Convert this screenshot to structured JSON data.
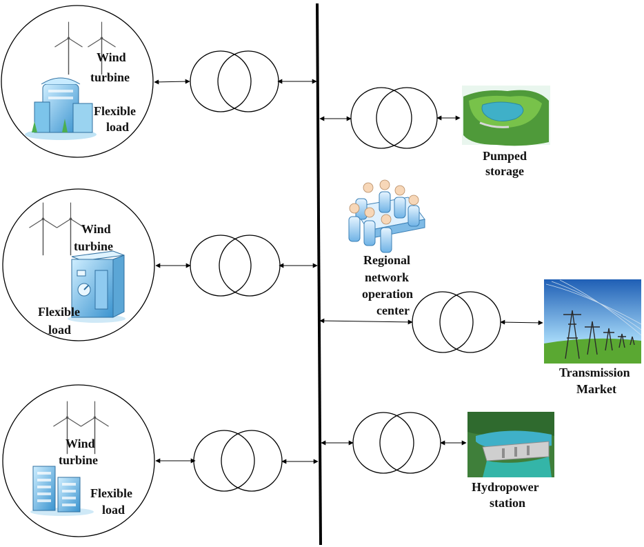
{
  "microgrids": [
    {
      "wind_line1": "Wind",
      "wind_line2": "turbine",
      "load_line1": "Flexible",
      "load_line2": "load",
      "load_icon": "office-building-icon"
    },
    {
      "wind_line1": "Wind",
      "wind_line2": "turbine",
      "load_line1": "Flexible",
      "load_line2": "load",
      "load_icon": "factory-cabinet-icon"
    },
    {
      "wind_line1": "Wind",
      "wind_line2": "turbine",
      "load_line1": "Flexible",
      "load_line2": "load",
      "load_icon": "apartment-blocks-icon"
    }
  ],
  "right_nodes": {
    "pumped_storage": {
      "line1": "Pumped",
      "line2": "storage",
      "icon": "pumped-storage-reservoir-icon"
    },
    "operation_center": {
      "line1": "Regional",
      "line2": "network",
      "line3": "operation",
      "line4": "center",
      "icon": "meeting-people-icon"
    },
    "transmission": {
      "line1": "Transmission",
      "line2": "Market",
      "icon": "transmission-tower-icon"
    },
    "hydropower": {
      "line1": "Hydropower",
      "line2": "station",
      "icon": "hydropower-dam-icon"
    }
  },
  "colors": {
    "line": "#000000",
    "building_blue": "#5fb0e0",
    "sky_blue": "#3a78c8",
    "grass_green": "#5aa832",
    "water": "#3fb0c8"
  }
}
